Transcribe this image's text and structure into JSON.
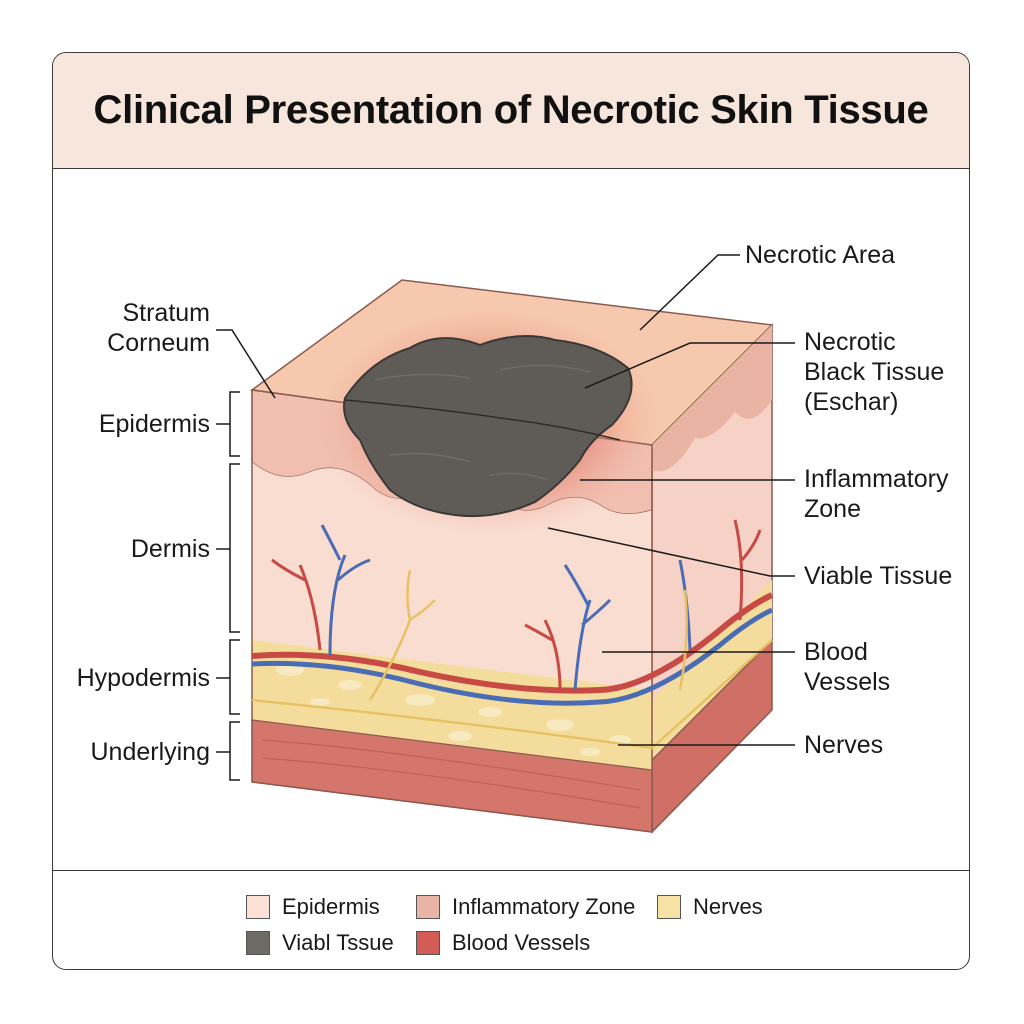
{
  "title": "Clinical Presentation of Necrotic Skin Tissue",
  "left_labels": {
    "stratum_corneum": "Stratum\nCorneum",
    "epidermis": "Epidermis",
    "dermis": "Dermis",
    "hypodermis": "Hypodermis",
    "underlying": "Underlying"
  },
  "right_labels": {
    "necrotic_area": "Necrotic Area",
    "eschar": "Necrotic\nBlack Tissue\n(Eschar)",
    "inflammatory_zone": "Inflammatory\nZone",
    "viable_tissue": "Viable Tissue",
    "blood_vessels": "Blood\nVessels",
    "nerves": "Nerves"
  },
  "legend": [
    {
      "label": "Epidermis",
      "color": "#fbe0d6"
    },
    {
      "label": "Inflammatory Zone",
      "color": "#e8b4a8"
    },
    {
      "label": "Nerves",
      "color": "#f6e2a4"
    },
    {
      "label": "Viabl Tssue",
      "color": "#6e6a64"
    },
    {
      "label": "Blood Vessels",
      "color": "#d25d57"
    }
  ],
  "colors": {
    "eschar": "#5f5c58",
    "epidermis_top": "#f6c9ae",
    "dermis": "#f8d9cd",
    "fat": "#f4dd9c",
    "muscle": "#d77b70",
    "artery": "#c84a44",
    "vein": "#4a6cb5",
    "nerve": "#e6c264"
  }
}
